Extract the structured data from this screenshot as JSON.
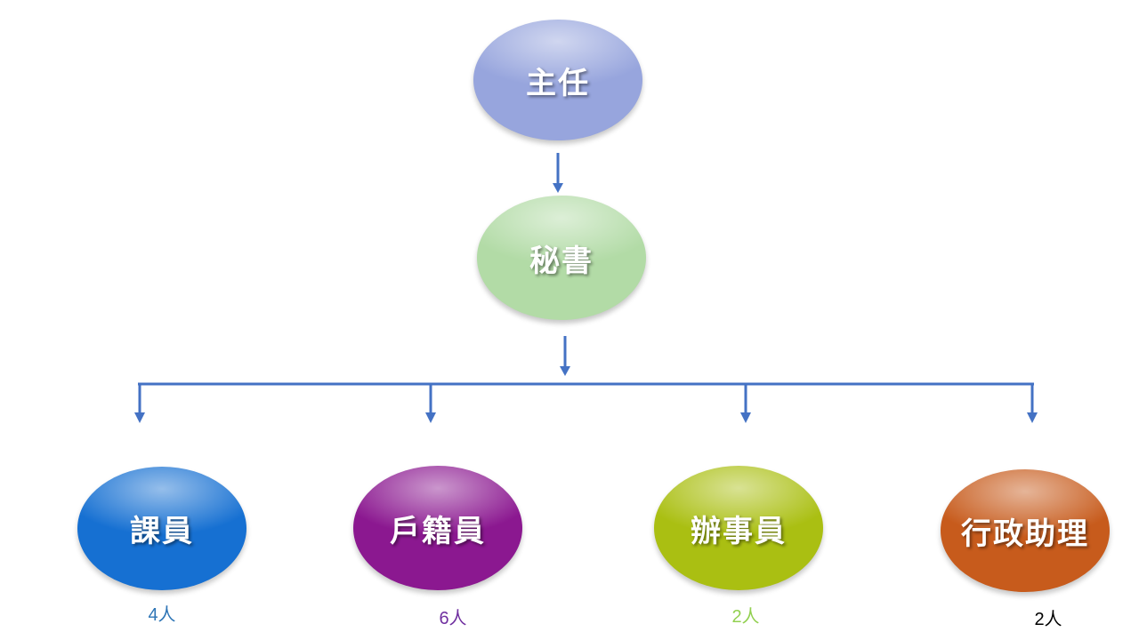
{
  "connector_color": "#4472c4",
  "director": {
    "label": "主任",
    "color": "#97a5dd"
  },
  "secretary": {
    "label": "秘書",
    "color": "#b2dba6"
  },
  "staff": [
    {
      "label": "課員",
      "count": "4人",
      "color": "#1670d2",
      "count_color": "#2e75b6"
    },
    {
      "label": "戶籍員",
      "count": "6人",
      "color": "#8b1890",
      "count_color": "#7030a0"
    },
    {
      "label": "辦事員",
      "count": "2人",
      "color": "#aabf12",
      "count_color": "#92d050"
    },
    {
      "label": "行政助理",
      "count": "2人",
      "color": "#c75b1c",
      "count_color": "#000000"
    }
  ]
}
